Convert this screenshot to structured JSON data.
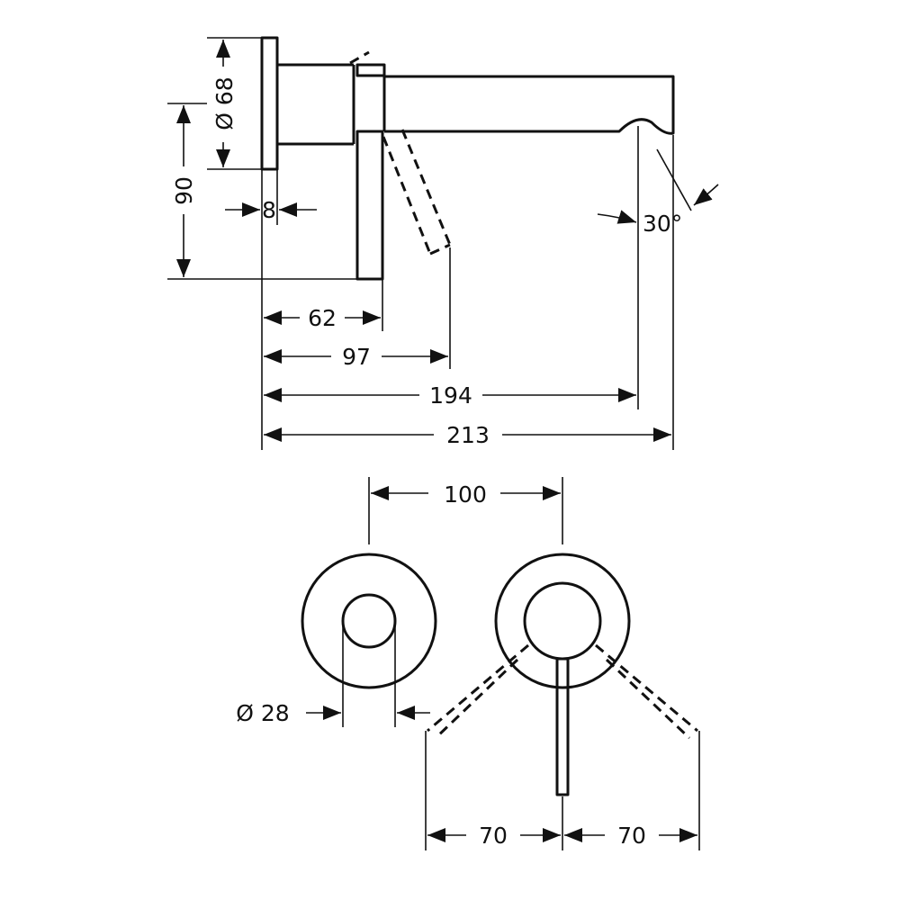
{
  "side_view": {
    "dim_rosette_diameter": "Ø 68",
    "dim_height": "90",
    "dim_plate": "8",
    "dim_lever_pos": "62",
    "dim_lever_swing": "97",
    "dim_spout_outlet": "194",
    "dim_total_length": "213",
    "dim_angle": "30°"
  },
  "front_view": {
    "dim_spacing": "100",
    "dim_spout_diameter": "Ø 28",
    "dim_swing_left": "70",
    "dim_swing_right": "70"
  }
}
